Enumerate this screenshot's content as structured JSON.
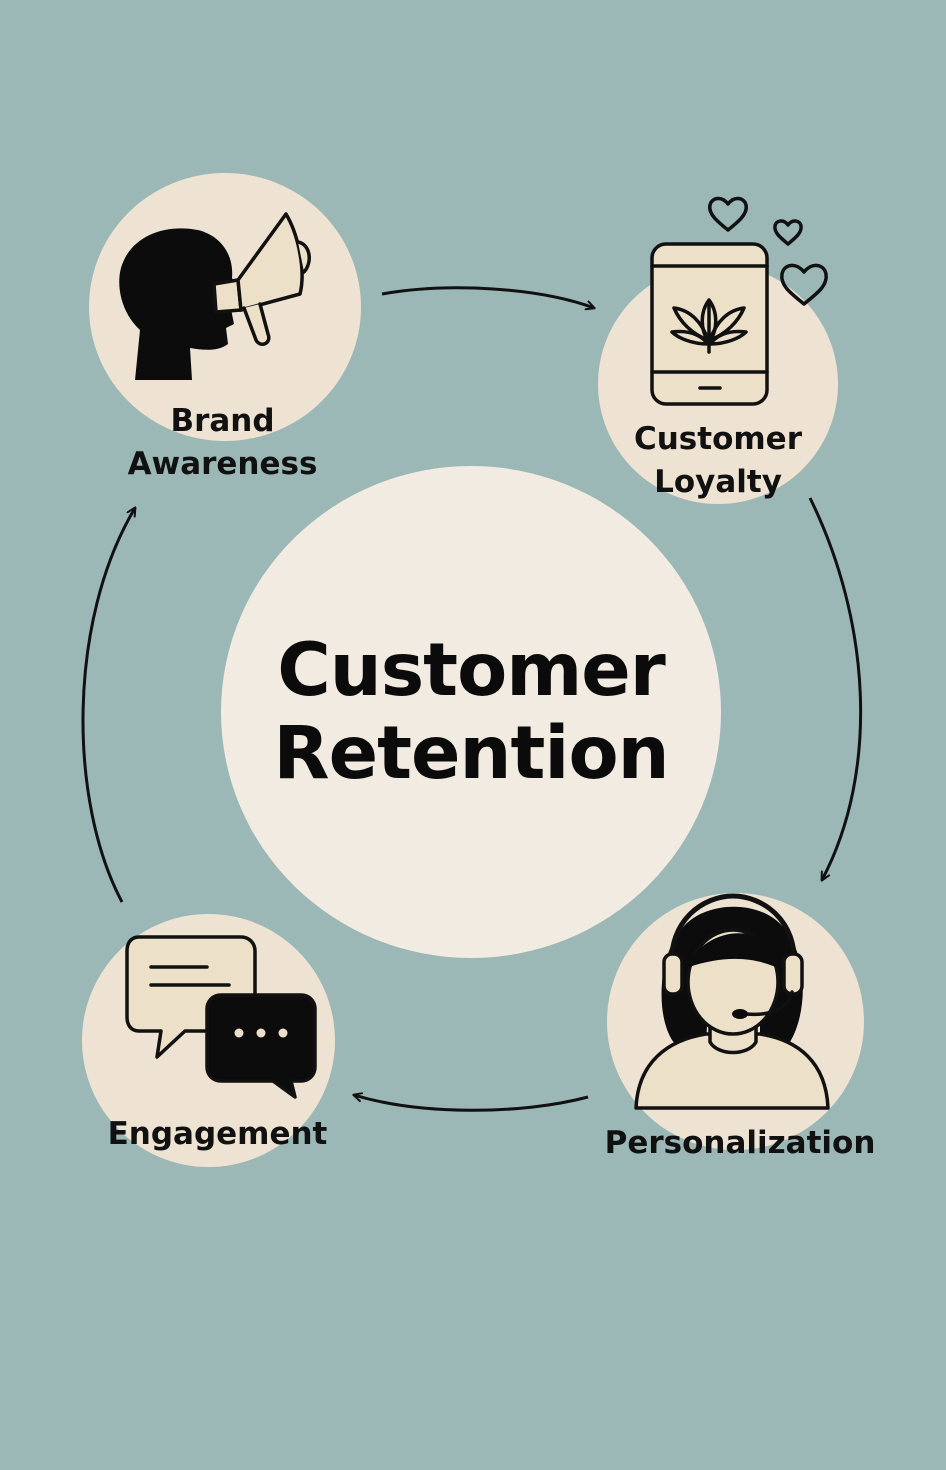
{
  "center": {
    "line1": "Customer",
    "line2": "Retention"
  },
  "nodes": {
    "brand_awareness": {
      "line1": "Brand",
      "line2": "Awareness",
      "icon": "head-megaphone-icon"
    },
    "customer_loyalty": {
      "line1": "Customer",
      "line2": "Loyalty",
      "icon": "phone-leaf-hearts-icon"
    },
    "personalization": {
      "label": "Personalization",
      "icon": "support-agent-headset-icon"
    },
    "engagement": {
      "label": "Engagement",
      "icon": "chat-bubbles-icon"
    }
  },
  "colors": {
    "background": "#9bb8b7",
    "node_fill": "#eee3d2",
    "center_fill": "#f1ebe1",
    "ink": "#111111"
  }
}
